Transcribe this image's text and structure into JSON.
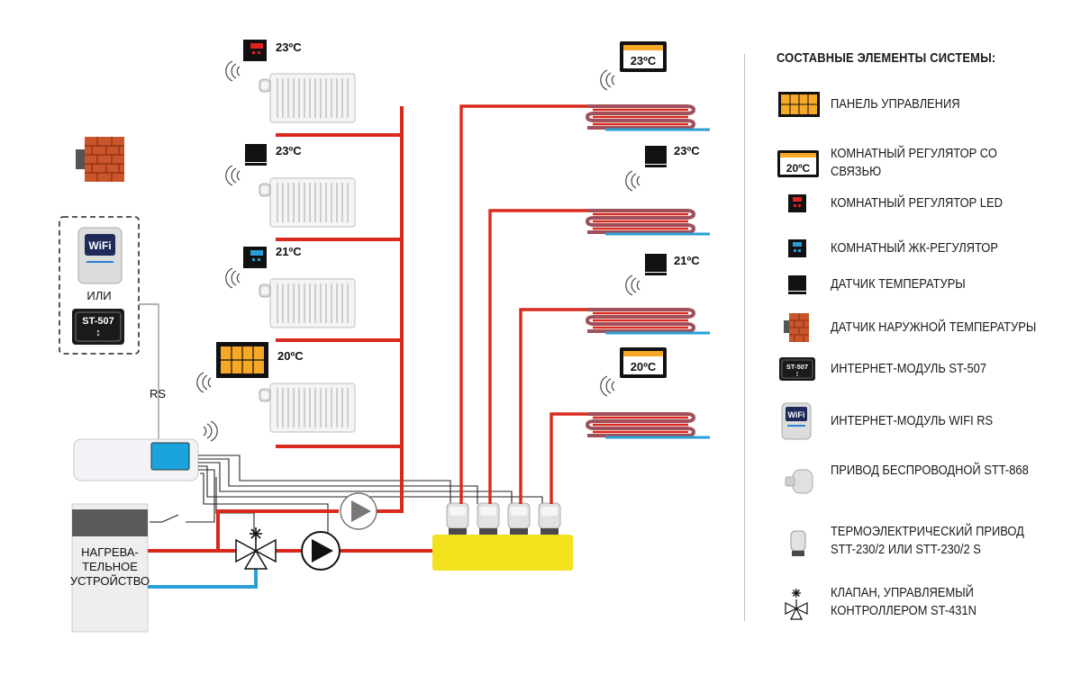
{
  "diagram": {
    "temperatures": {
      "rad1": "23ºC",
      "rad2": "23ºC",
      "rad3": "21ºC",
      "rad4": "20ºC",
      "floor_panel1": "23ºC",
      "floor_sensor1": "23ºC",
      "floor_sensor2": "21ºC",
      "floor_panel2": "20ºC"
    },
    "wifi_label": "WiFi",
    "or_label": "ИЛИ",
    "st507_label": "ST-507",
    "rs_label": "RS",
    "heater_label": [
      "НАГРЕВА-",
      "ТЕЛЬНОЕ",
      "УСТРОЙСТВО"
    ],
    "colors": {
      "supply": "#d9291c",
      "return": "#2a9fd6",
      "manifold": "#f2e21d",
      "brick": "#c9562a"
    }
  },
  "legend": {
    "title": "СОСТАВНЫЕ ЭЛЕМЕНТЫ СИСТЕМЫ:",
    "items": [
      {
        "icon": "control-panel-icon",
        "label": "Панель управления"
      },
      {
        "icon": "room-regulator-link-icon",
        "label_line1": "Комнатный регулятор со",
        "label_line2": "связью",
        "icon_text": "20ºC"
      },
      {
        "icon": "room-regulator-led-icon",
        "label": "Комнатный регулятор LED"
      },
      {
        "icon": "room-regulator-lcd-icon",
        "label": "Комнатный ЖК-регулятор"
      },
      {
        "icon": "temperature-sensor-icon",
        "label": "Датчик температуры"
      },
      {
        "icon": "outdoor-sensor-icon",
        "label": "Датчик наружной температуры"
      },
      {
        "icon": "internet-module-st507-icon",
        "label": "Интернет-модуль ST-507",
        "icon_text": "ST-507"
      },
      {
        "icon": "internet-module-wifi-icon",
        "label": "Интернет-модуль WIFI RS",
        "icon_text": "WiFi"
      },
      {
        "icon": "wireless-actuator-icon",
        "label": "Привод беспроводной STT-868"
      },
      {
        "icon": "thermoelectric-actuator-icon",
        "label_line1": "Термоэлектрический привод",
        "label_line2": "STT-230/2 или STT-230/2 S"
      },
      {
        "icon": "valve-icon",
        "label_line1": "Клапан, управляемый",
        "label_line2": "контроллером ST-431N"
      }
    ]
  }
}
